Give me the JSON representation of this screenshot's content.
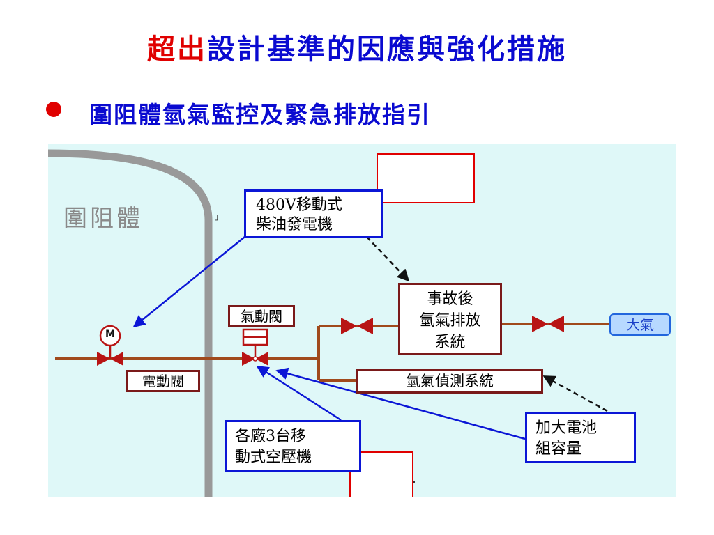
{
  "title": {
    "highlight": "超出",
    "rest": "設計基準的因應與強化措施"
  },
  "bullet": {
    "text": "圍阻體氫氣監控及緊急排放指引"
  },
  "diagram": {
    "containment_label": "圍阻體",
    "stray_mark": "」",
    "diesel_generator": {
      "line1": "480V移動式",
      "line2": "柴油發電機"
    },
    "post_accident_system": {
      "line1": "事故後",
      "line2": "氫氣排放",
      "line3": "系統"
    },
    "atmosphere": "大氣",
    "pneumatic_valve": "氣動閥",
    "motor_symbol": "M",
    "motor_valve": "電動閥",
    "detection_system": "氫氣偵測系統",
    "air_compressor": {
      "line1": "各廠3台移",
      "line2": "動式空壓機"
    },
    "battery": {
      "line1": "加大電池",
      "line2": "組容量"
    }
  },
  "colors": {
    "title": "#0a0ad0",
    "highlight": "#e00000",
    "panel_bg": "#dff8f8",
    "pipe": "#a04a1c",
    "valve": "#b81414",
    "blue_box_border": "#0b16d6",
    "maroon_box_border": "#7a1a1a",
    "containment_wall": "#999999"
  }
}
